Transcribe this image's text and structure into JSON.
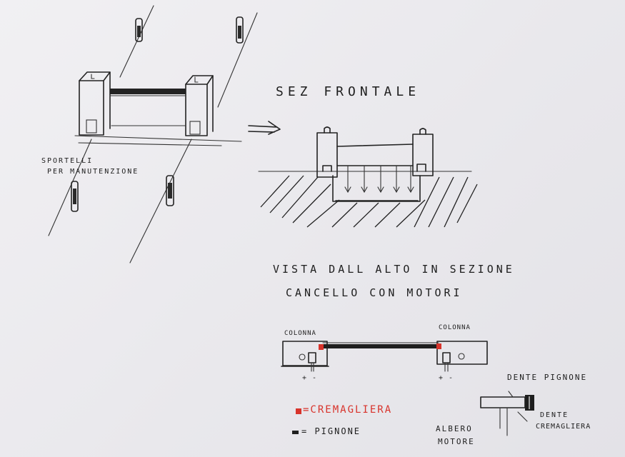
{
  "labels": {
    "sportelli_1": "SPORTELLI",
    "sportelli_2": "PER MANUTENZIONE",
    "sez_frontale": "SEZ FRONTALE",
    "vista_1": "VISTA DALL ALTO IN SEZIONE",
    "vista_2": "CANCELLO CON MOTORI",
    "colonna_left": "COLONNA",
    "colonna_right": "COLONNA",
    "polarity_left": "+ -",
    "polarity_right": "+ -",
    "legend_red": "=CREMAGLIERA",
    "legend_black": "= PIGNONE",
    "dente_pignone": "DENTE PIGNONE",
    "dente_cremagliera_1": "DENTE",
    "dente_cremagliera_2": "CREMAGLIERA",
    "albero_1": "ALBERO",
    "albero_2": "MOTORE"
  },
  "colors": {
    "ink": "#222222",
    "red": "#d8332b",
    "paper": "#ecebee"
  }
}
